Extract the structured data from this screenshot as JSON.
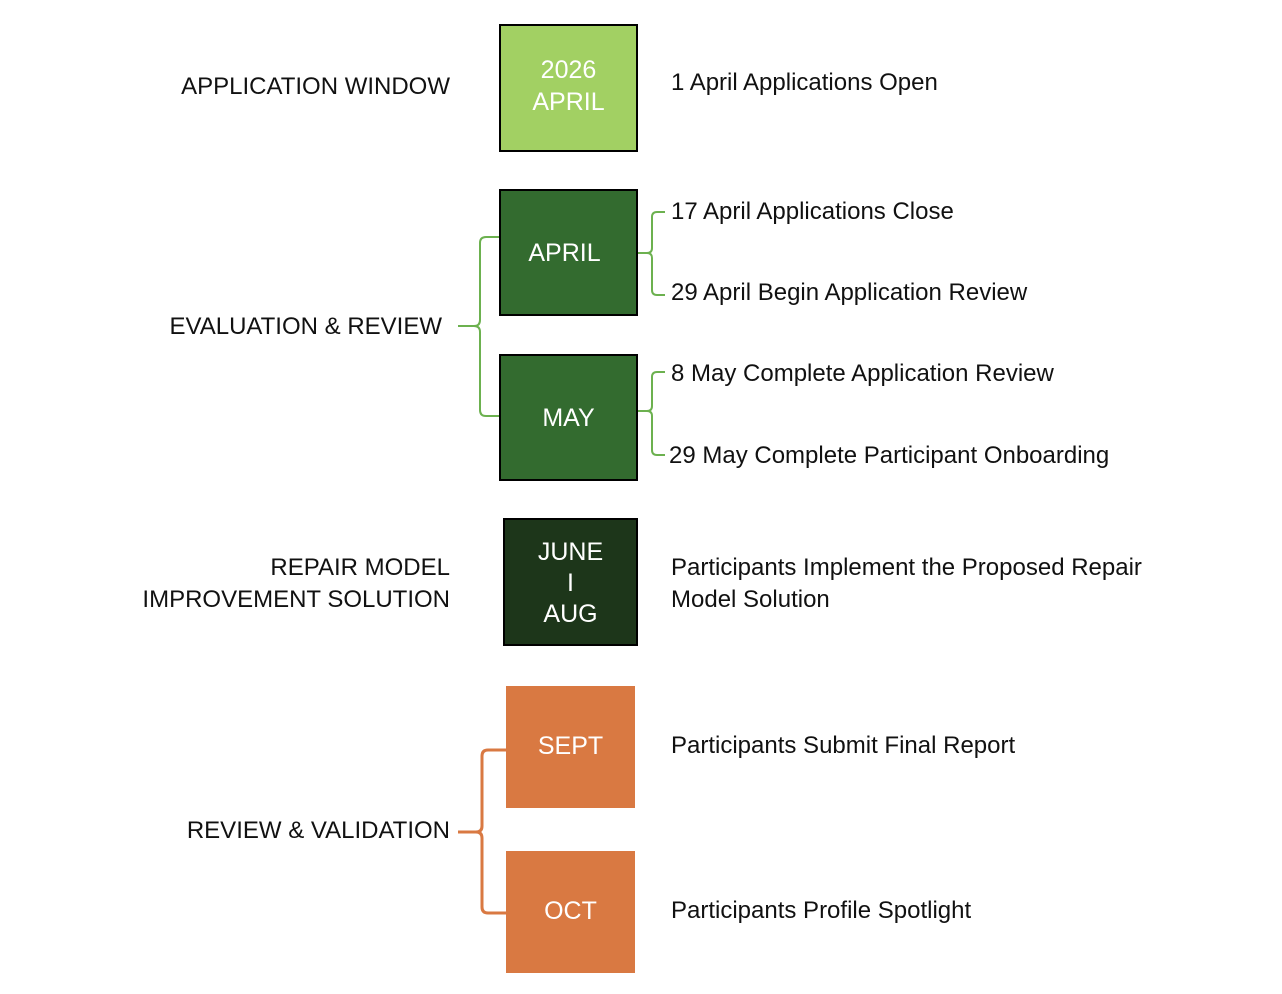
{
  "colors": {
    "light_green": "#a2d063",
    "mid_green": "#336b2f",
    "dark_green": "#1d361a",
    "orange": "#d97942",
    "bracket_green": "#6cb14f",
    "bracket_orange": "#d97942"
  },
  "phases": [
    {
      "label": "APPLICATION WINDOW",
      "boxes": [
        {
          "text": "2026\nAPRIL",
          "events": [
            "1 April Applications Open"
          ]
        }
      ]
    },
    {
      "label": "EVALUATION & REVIEW",
      "boxes": [
        {
          "text": "APRIL",
          "events": [
            "17 April Applications Close",
            "29 April Begin Application Review"
          ]
        },
        {
          "text": "MAY",
          "events": [
            "8 May Complete Application Review",
            "29 May Complete Participant Onboarding"
          ]
        }
      ]
    },
    {
      "label": "REPAIR MODEL\nIMPROVEMENT SOLUTION",
      "boxes": [
        {
          "text": "JUNE\nI\nAUG",
          "events": [
            "Participants Implement the Proposed  Repair\nModel Solution"
          ]
        }
      ]
    },
    {
      "label": "REVIEW & VALIDATION",
      "boxes": [
        {
          "text": "SEPT",
          "events": [
            "Participants Submit Final Report"
          ]
        },
        {
          "text": "OCT",
          "events": [
            "Participants Profile Spotlight"
          ]
        }
      ]
    }
  ]
}
